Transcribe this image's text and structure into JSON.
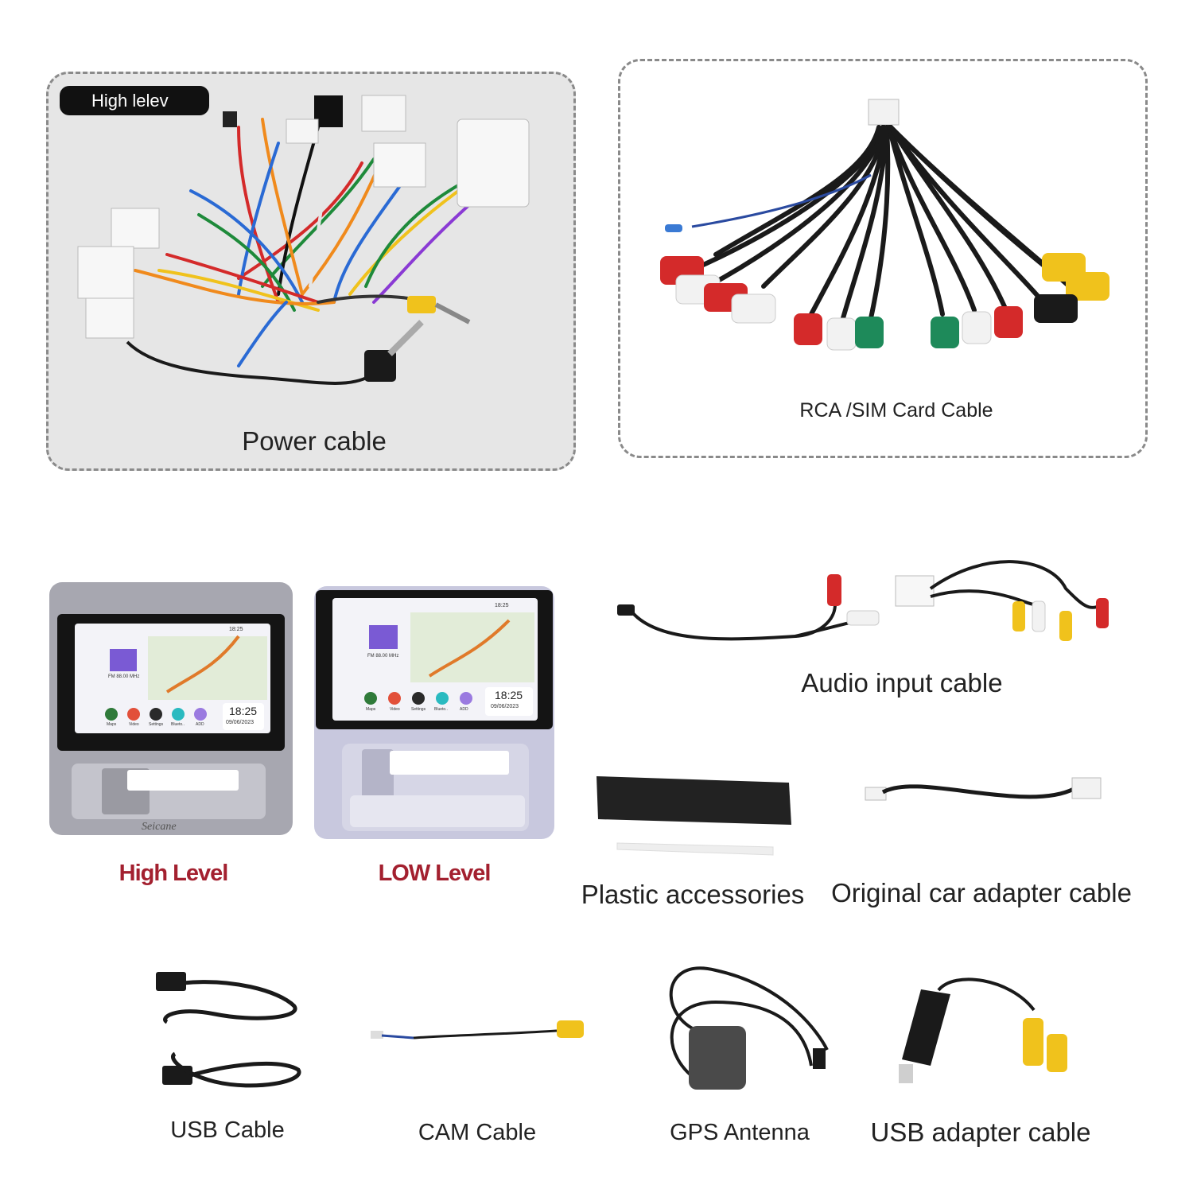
{
  "badge": "High lelev",
  "captions": {
    "power_cable": "Power cable",
    "rca_sim": "RCA /SIM Card Cable",
    "audio_input": "Audio input cable",
    "plastic": "Plastic accessories",
    "original_adapter": "Original car adapter cable",
    "usb_cable": "USB Cable",
    "cam_cable": "CAM Cable",
    "gps_antenna": "GPS Antenna",
    "usb_adapter": "USB adapter cable"
  },
  "levels": {
    "high": "High Level",
    "low": "LOW Level"
  },
  "head_unit": {
    "brand": "Seicane",
    "status_time": "18:25",
    "clock_time": "18:25",
    "clock_date": "09/06/2023",
    "radio": "FM 88.00 MHz",
    "apps": [
      "Maps",
      "Video",
      "Settings",
      "Blueto..",
      "ADD"
    ]
  },
  "colors": {
    "panel_fill": "#e6e6e6",
    "dashed_border": "#8a8a8a",
    "level_red": "#a3202f",
    "badge_black": "#111111"
  }
}
